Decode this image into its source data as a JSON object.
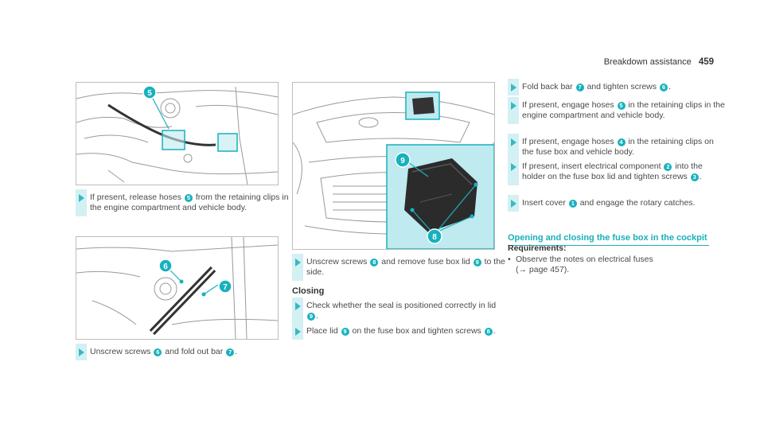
{
  "header": {
    "section": "Breakdown assistance",
    "page": "459"
  },
  "figures": {
    "fig1": {
      "callouts": [
        "5"
      ]
    },
    "fig2": {
      "callouts": [
        "6",
        "7"
      ]
    },
    "fig3": {
      "callouts": [
        "9",
        "8"
      ]
    }
  },
  "steps": {
    "s1": {
      "pre": "If present, release hoses ",
      "n1": "5",
      "post": " from the retaining clips in the engine compartment and vehicle body."
    },
    "s2": {
      "pre": "Unscrew screws ",
      "n1": "6",
      "mid": " and fold out bar ",
      "n2": "7",
      "post": "."
    },
    "s3": {
      "pre": "Unscrew screws ",
      "n1": "8",
      "mid": " and remove fuse box lid ",
      "n2": "9",
      "post": " to the side."
    },
    "s4": {
      "pre": "Check whether the seal is positioned correctly in lid ",
      "n1": "9",
      "post": "."
    },
    "s5": {
      "pre": "Place lid ",
      "n1": "9",
      "mid": " on the fuse box and tighten screws ",
      "n2": "8",
      "post": "."
    },
    "s6": {
      "pre": "Fold back bar ",
      "n1": "7",
      "mid": " and tighten screws ",
      "n2": "6",
      "post": "."
    },
    "s7": {
      "pre": "If present, engage hoses ",
      "n1": "5",
      "post": " in the retaining clips in the engine compartment and vehicle body."
    },
    "s8": {
      "pre": "If present, engage hoses ",
      "n1": "4",
      "post": " in the retaining clips on the fuse box and vehicle body."
    },
    "s9": {
      "pre": "If present, insert electrical component ",
      "n1": "2",
      "mid": " into the holder on the fuse box lid and tighten screws ",
      "n2": "3",
      "post": "."
    },
    "s10": {
      "pre": "Insert cover ",
      "n1": "1",
      "mid": " and engage the rotary catches."
    }
  },
  "closing_heading": "Closing",
  "section": {
    "title": "Opening and closing the fuse box in the cockpit",
    "requirements_label": "Requirements:",
    "bullet": "•",
    "req1": "Observe the notes on electrical fuses",
    "req2_arrow": "(→",
    "req2_text": " page 457)."
  },
  "colors": {
    "accent": "#17b1bd",
    "highlight_fill": "#bfeaef",
    "step_bar": "#d3f0f3"
  }
}
